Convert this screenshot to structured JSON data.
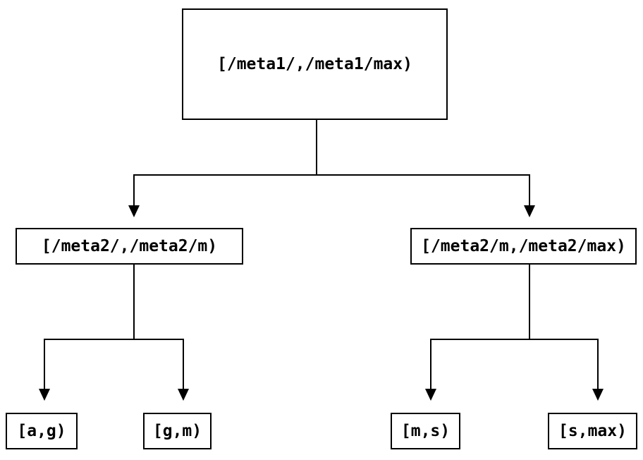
{
  "colors": {
    "background": "#ffffff",
    "line": "#000000",
    "text": "#000000"
  },
  "nodes": {
    "root": {
      "label": "[/meta1/,/meta1/max)"
    },
    "left": {
      "label": "[/meta2/,/meta2/m)"
    },
    "right": {
      "label": "[/meta2/m,/meta2/max)"
    },
    "leaf_ag": {
      "label": "[a,g)"
    },
    "leaf_gm": {
      "label": "[g,m)"
    },
    "leaf_ms": {
      "label": "[m,s)"
    },
    "leaf_smax": {
      "label": "[s,max)"
    }
  }
}
